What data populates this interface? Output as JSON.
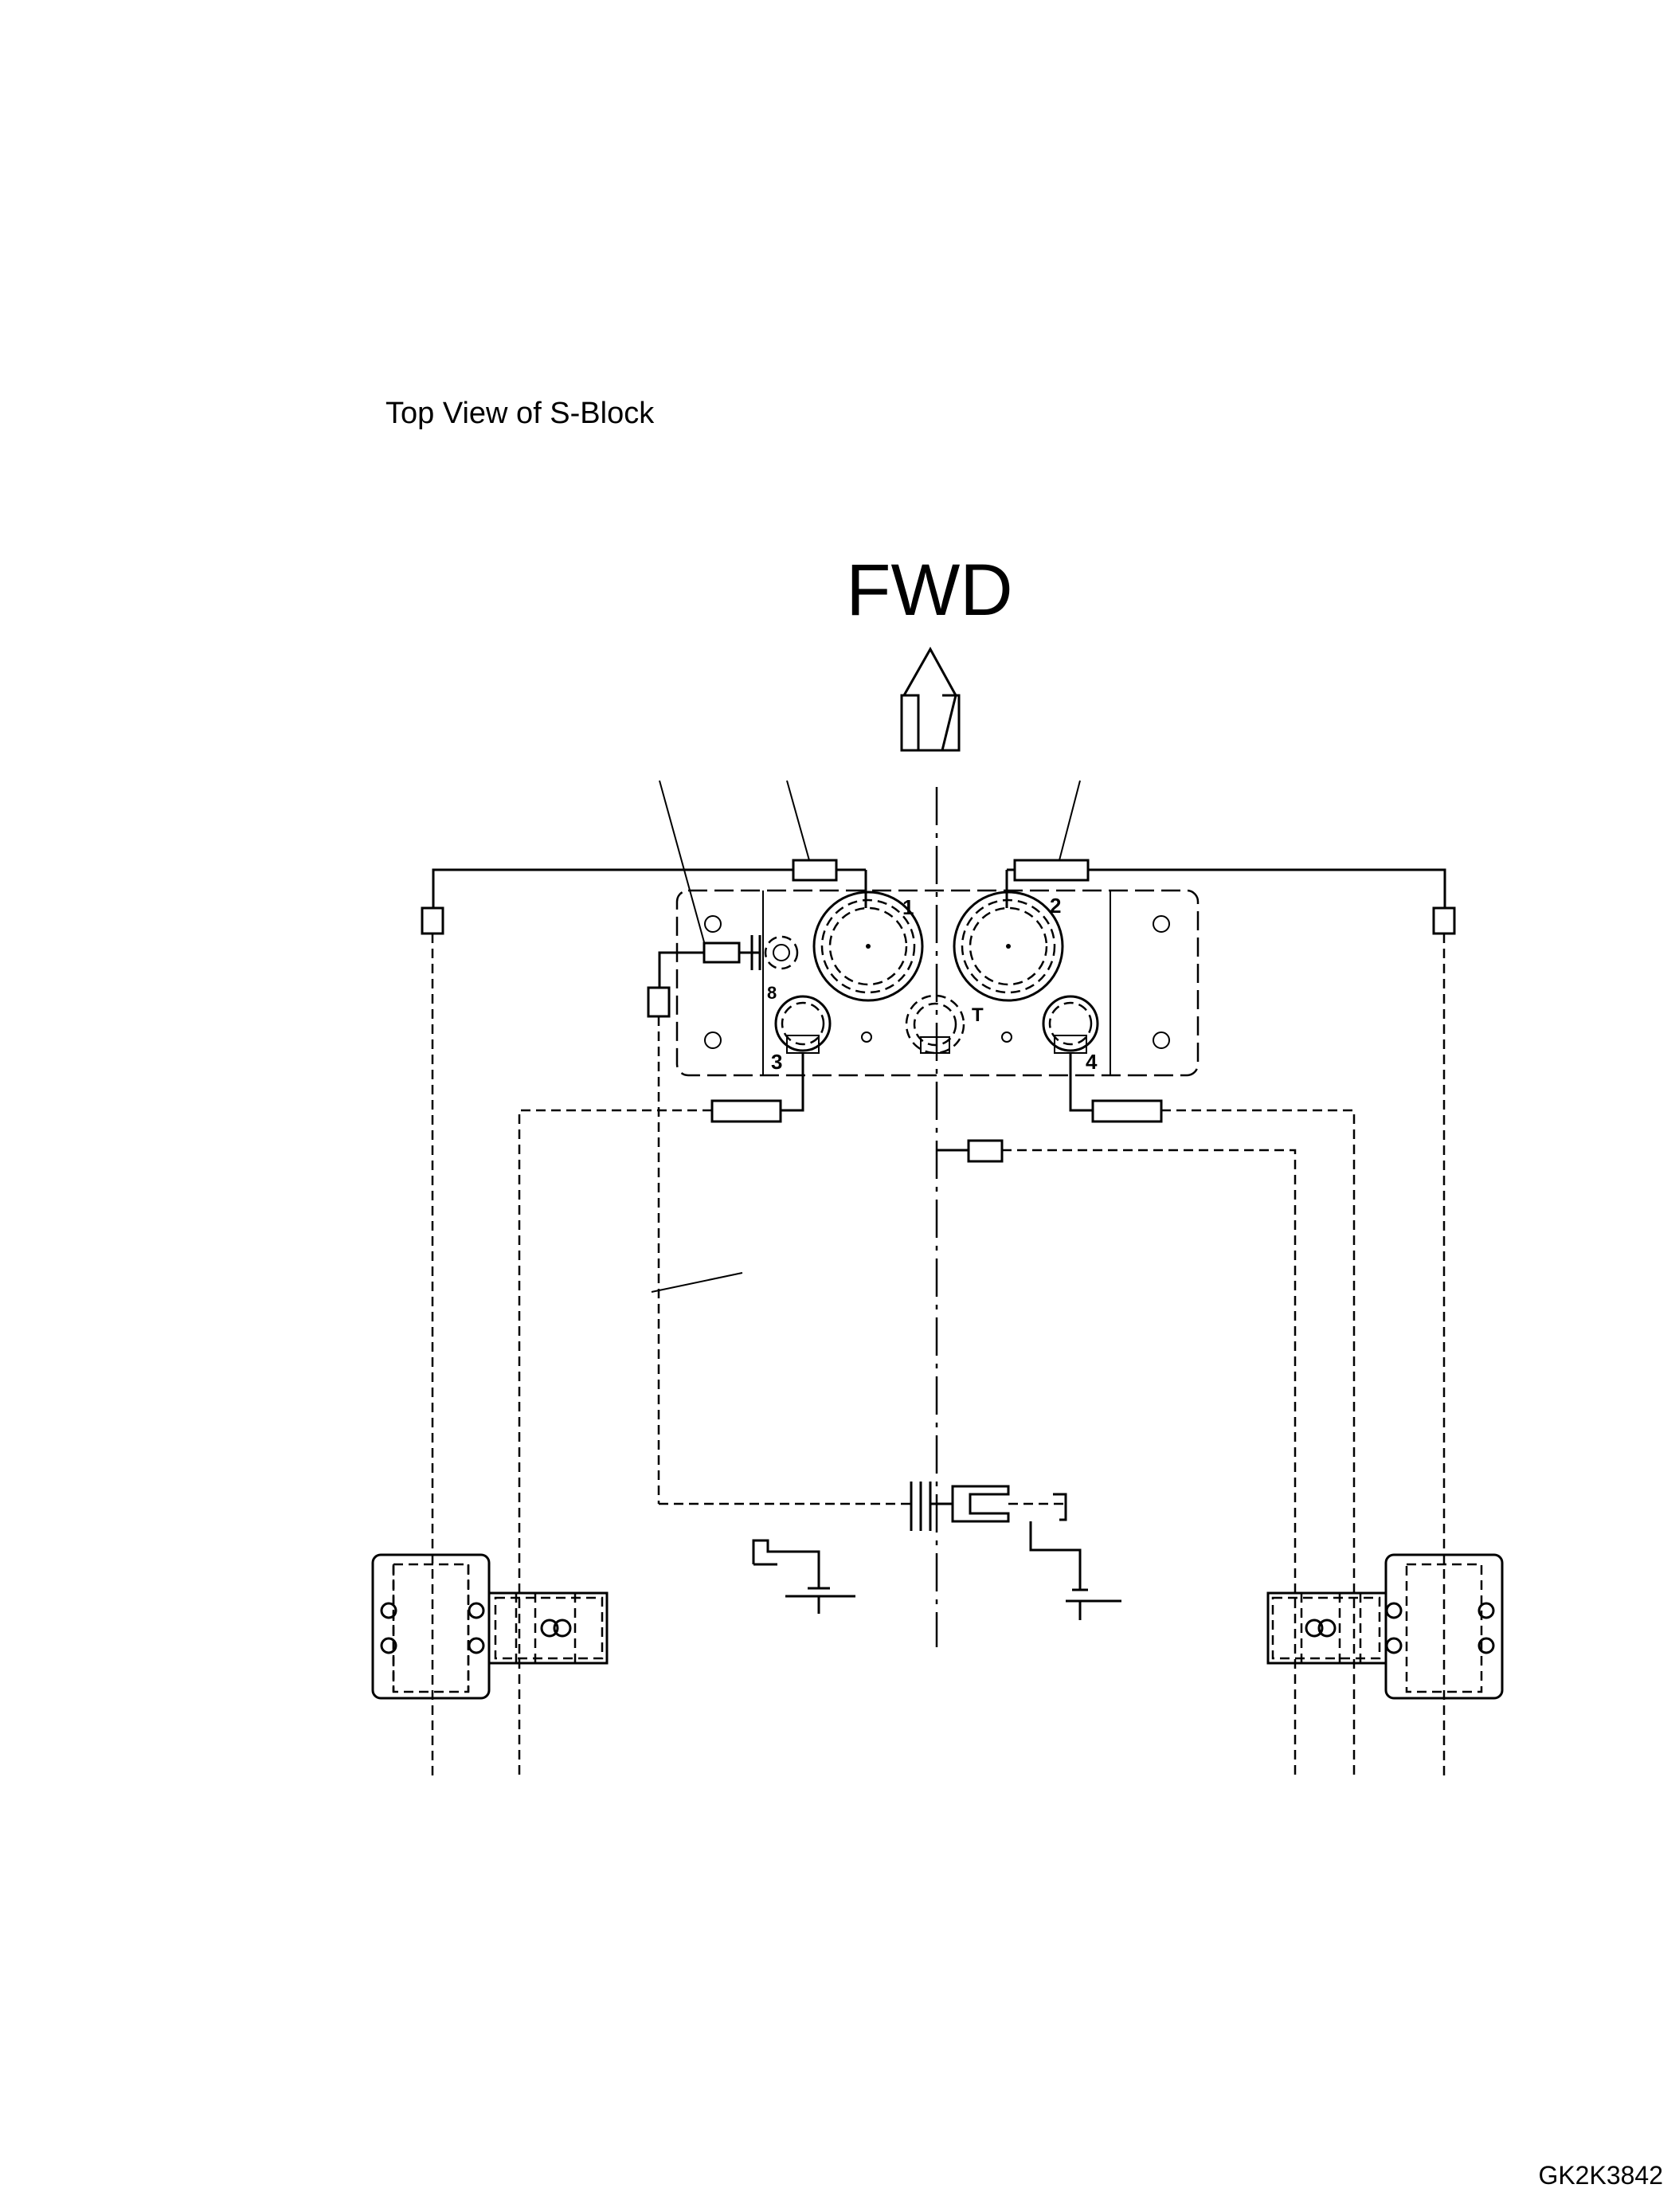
{
  "title": "Top View of S-Block",
  "direction_label": "FWD",
  "port_labels": [
    "1",
    "2",
    "3",
    "4",
    "T",
    "8"
  ],
  "figure_id": "GK2K3842",
  "colors": {
    "line": "#000000",
    "background": "#ffffff"
  }
}
